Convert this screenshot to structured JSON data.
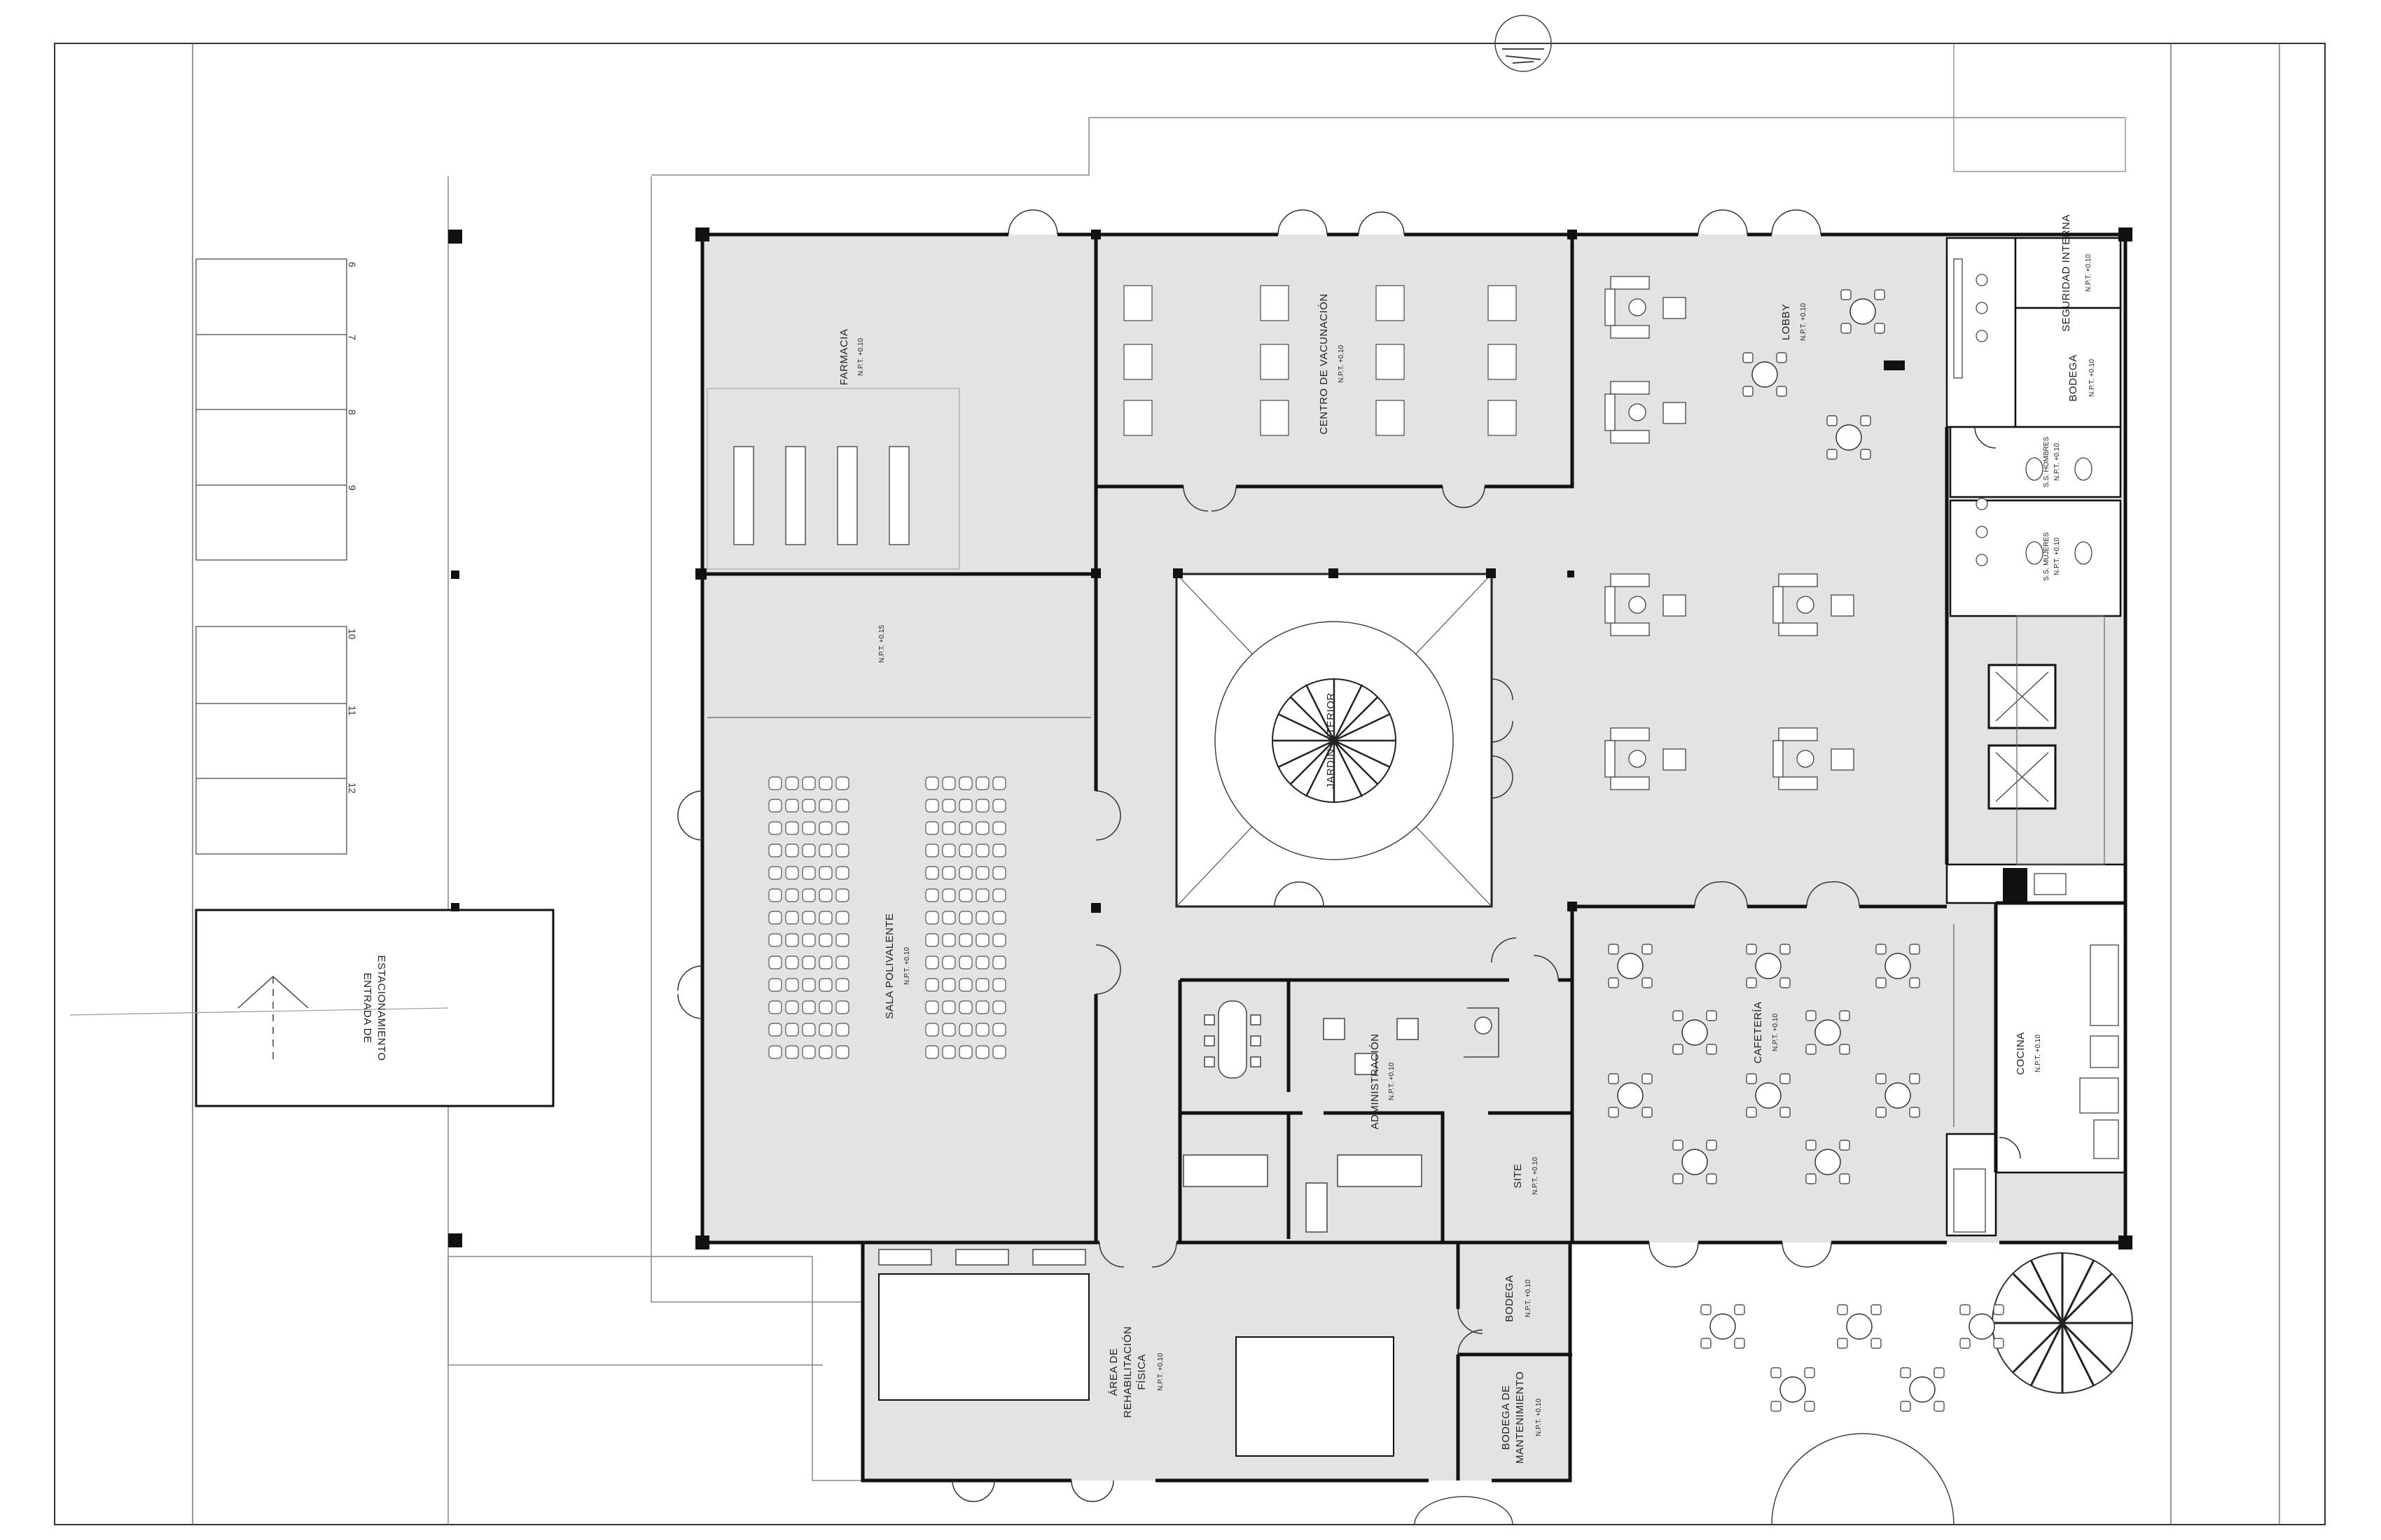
{
  "rooms": {
    "farmacia": {
      "name": "FARMACIA",
      "npt": "N.P.T. +0.10"
    },
    "vacunacion": {
      "name": "CENTRO DE VACUNACIÓN",
      "npt": "N.P.T. +0.10"
    },
    "lobby": {
      "name": "LOBBY",
      "npt": "N.P.T. +0.10"
    },
    "seguridad": {
      "name": "SEGURIDAD INTERNA",
      "npt": "N.P.T. +0.10"
    },
    "bodega_top": {
      "name": "BODEGA",
      "npt": "N.P.T. +0.10"
    },
    "ss_hombres": {
      "name": "S.S. HOMBRES",
      "npt": "N.P.T. +0.10"
    },
    "ss_mujeres": {
      "name": "S.S. MUJERES",
      "npt": "N.P.T. +0.10"
    },
    "npt_stage": {
      "npt": "N.P.T. +0.15"
    },
    "jardin": {
      "name": "JARDÍN INTERIOR"
    },
    "sala": {
      "name": "SALA POLIVALENTE",
      "npt": "N.P.T. +0.10"
    },
    "administracion": {
      "name": "ADMINISTRACIÓN",
      "npt": "N.P.T. +0.10"
    },
    "cafeteria": {
      "name": "CAFETERÍA",
      "npt": "N.P.T. +0.10"
    },
    "cocina": {
      "name": "COCINA",
      "npt": "N.P.T. +0.10"
    },
    "site": {
      "name": "SITE",
      "npt": "N.P.T. +0.10"
    },
    "bodega_bottom": {
      "name": "BODEGA",
      "npt": "N.P.T. +0.10"
    },
    "bodega_mant": {
      "name_l1": "BODEGA DE",
      "name_l2": "MANTENIMIENTO",
      "npt": "N.P.T. +0.10"
    },
    "rehab": {
      "name_l1": "ÁREA DE",
      "name_l2": "REHABILITACIÓN",
      "name_l3": "FÍSICA",
      "npt": "N.P.T. +0.10"
    }
  },
  "parking": {
    "entrance_l1": "ENTRADA DE",
    "entrance_l2": "ESTACIONAMIENTO",
    "spots": [
      "6",
      "7",
      "8",
      "9",
      "10",
      "11",
      "12"
    ]
  },
  "colors": {
    "floor": "#e3e3e3",
    "wall": "#111111",
    "line": "#555555",
    "bg": "#ffffff"
  }
}
